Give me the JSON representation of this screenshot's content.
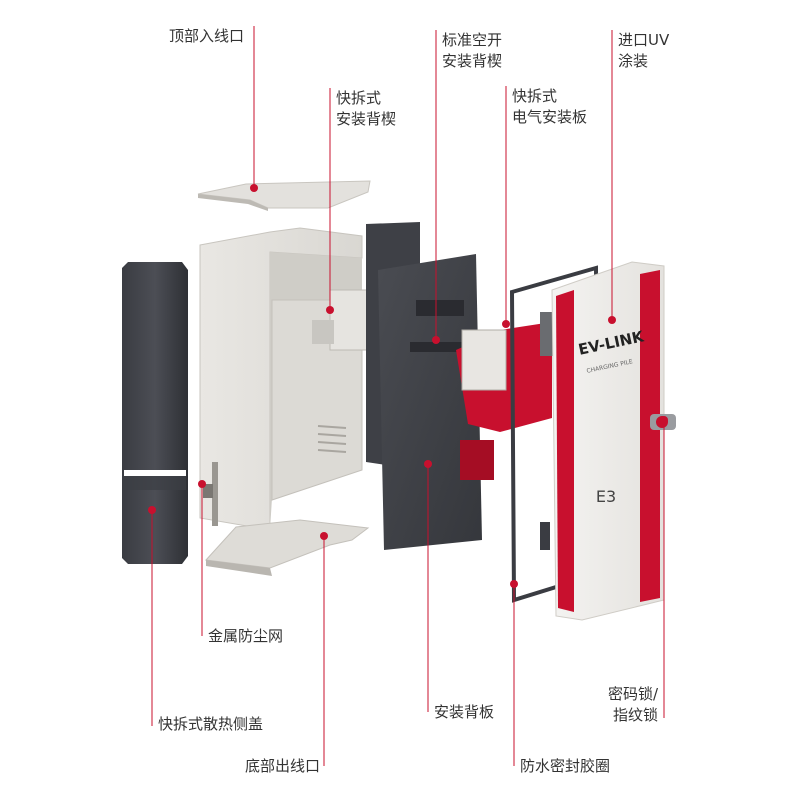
{
  "accent_color": "#c8102e",
  "labels": {
    "top_inlet": [
      "顶部入线口"
    ],
    "quick_mount_bracket": [
      "快拆式",
      "安装背楔"
    ],
    "standard_breaker_bracket": [
      "标准空开",
      "安装背楔"
    ],
    "quick_electrical_plate": [
      "快拆式",
      "电气安装板"
    ],
    "uv_coating": [
      "进口UV",
      "涂装"
    ],
    "metal_dust_mesh": [
      "金属防尘网"
    ],
    "side_cover": [
      "快拆式散热侧盖"
    ],
    "back_plate": [
      "安装背板"
    ],
    "bottom_outlet": [
      "底部出线口"
    ],
    "lock": [
      "密码锁/",
      "指纹锁"
    ],
    "seal_ring": [
      "防水密封胶圈"
    ]
  },
  "product": {
    "brand": "EV-LINK",
    "subtitle": "CHARGING PILE",
    "model": "E3"
  }
}
